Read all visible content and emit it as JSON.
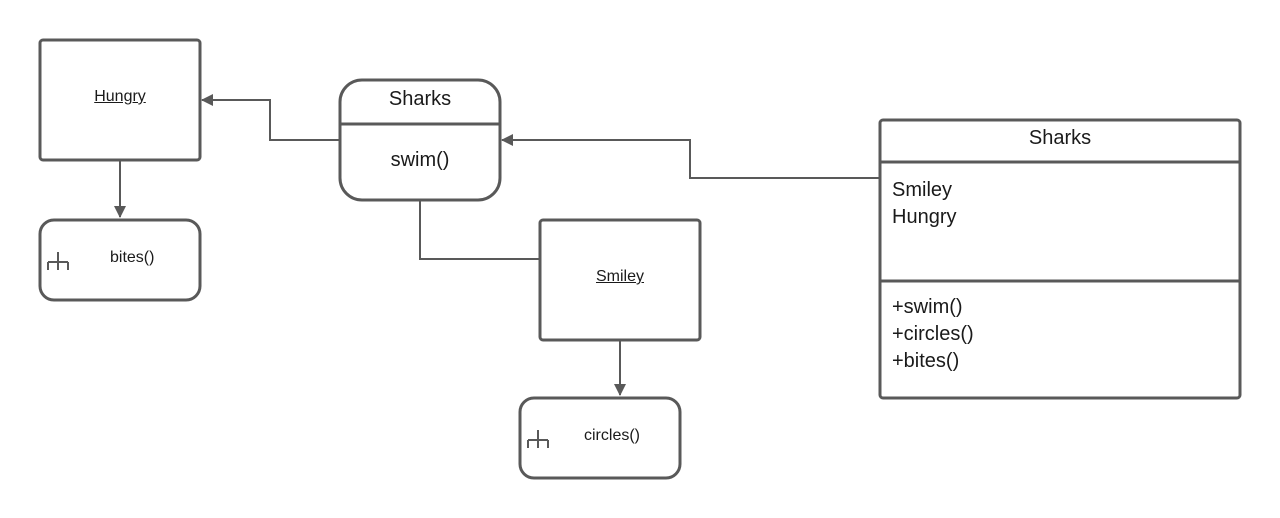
{
  "colors": {
    "stroke": "#595959",
    "background": "#ffffff",
    "text": "#1a1a1a"
  },
  "nodes": {
    "hungry": {
      "label": "Hungry"
    },
    "bites": {
      "label": "bites()",
      "icon": "fork-icon"
    },
    "sharks_state": {
      "title": "Sharks",
      "body": "swim()"
    },
    "smiley": {
      "label": "Smiley"
    },
    "circles": {
      "label": "circles()",
      "icon": "fork-icon"
    },
    "sharks_class": {
      "name": "Sharks",
      "attributes": [
        "Smiley",
        "Hungry"
      ],
      "operations": [
        "+swim()",
        "+circles()",
        "+bites()"
      ]
    }
  }
}
